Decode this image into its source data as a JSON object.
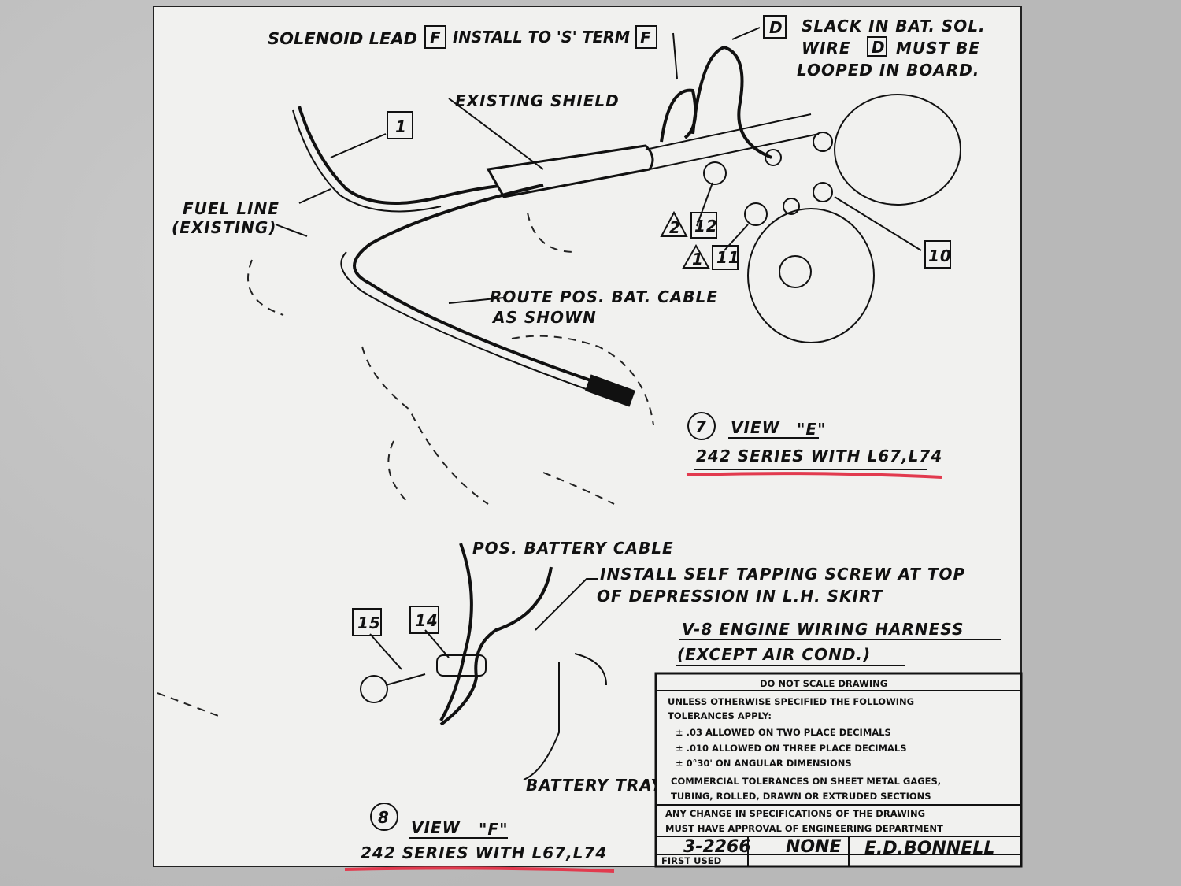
{
  "view_e": {
    "solenoid_lead": "SOLENOID LEAD",
    "solenoid_box": "F",
    "install_to": "INSTALL TO 'S' TERM",
    "install_box": "F",
    "slack_box": "D",
    "slack_line1": "SLACK IN BAT. SOL.",
    "slack_line2_a": "WIRE",
    "slack_line2_box": "D",
    "slack_line2_b": "MUST BE",
    "slack_line3": "LOOPED IN BOARD.",
    "existing_shield": "EXISTING SHIELD",
    "callout_1": "1",
    "fuel_line_1": "FUEL LINE",
    "fuel_line_2": "(EXISTING)",
    "callout_12": "12",
    "triangle_12": "2",
    "callout_11": "11",
    "triangle_11": "1",
    "callout_10": "10",
    "route_1": "ROUTE POS. BAT. CABLE",
    "route_2": "AS SHOWN",
    "view_number": "7",
    "view_label": "VIEW",
    "view_letter": "\"E\"",
    "series": "242 SERIES WITH L67,L74"
  },
  "view_f": {
    "pos_battery_cable": "POS. BATTERY CABLE",
    "install_1": "INSTALL SELF TAPPING SCREW AT TOP",
    "install_2": "OF DEPRESSION IN L.H. SKIRT",
    "harness_1": "V-8 ENGINE WIRING HARNESS",
    "harness_2": "(EXCEPT AIR COND.)",
    "callout_15": "15",
    "callout_14": "14",
    "battery_tray": "BATTERY TRAY",
    "view_number": "8",
    "view_label": "VIEW",
    "view_letter": "\"F\"",
    "series": "242 SERIES WITH L67,L74"
  },
  "title_block": {
    "header": "DO NOT SCALE DRAWING",
    "lines": [
      "UNLESS OTHERWISE SPECIFIED THE FOLLOWING",
      "TOLERANCES APPLY:",
      "± .03 ALLOWED ON TWO PLACE DECIMALS",
      "± .010 ALLOWED ON THREE PLACE DECIMALS",
      "± 0°30' ON ANGULAR DIMENSIONS",
      "COMMERCIAL TOLERANCES ON SHEET METAL GAGES,",
      "TUBING, ROLLED, DRAWN OR EXTRUDED SECTIONS"
    ],
    "change_1": "ANY CHANGE IN SPECIFICATIONS OF THE DRAWING",
    "change_2": "MUST HAVE APPROVAL OF ENGINEERING DEPARTMENT",
    "drawing_no": "3-2266",
    "scale": "NONE",
    "drawn_by": "E.D.BONNELL",
    "first_used": "FIRST USED"
  },
  "colors": {
    "annotation_underline": "#e23a4e",
    "paper": "#f1f1ef",
    "ink": "#111111"
  }
}
